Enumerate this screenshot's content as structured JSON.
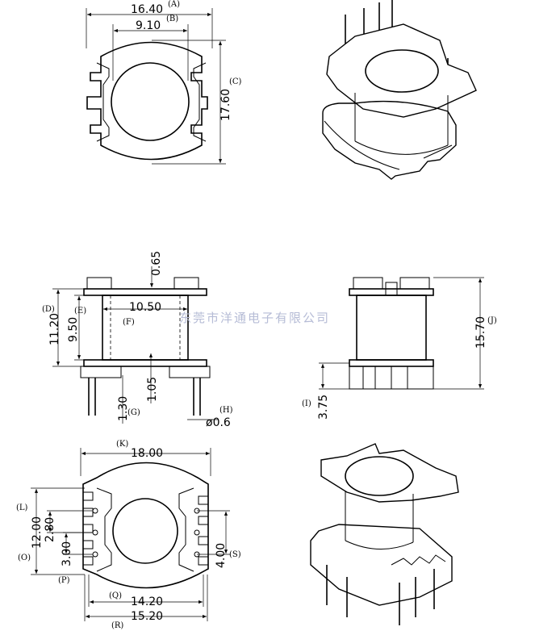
{
  "watermark": "东莞市洋通电子有限公司",
  "top_view": {
    "width_dim": "16.40",
    "width_label": "(A)",
    "inner_dim": "9.10",
    "inner_label": "(B)",
    "height_dim": "17.60",
    "height_label": "(C)"
  },
  "side_view": {
    "flange_dim": "0.65",
    "outer_dim": "11.20",
    "outer_label": "(D)",
    "inner_dim": "9.50",
    "inner_label": "(E)",
    "bore_dim": "10.50",
    "bore_label": "(F)",
    "wall_dim": "1.05",
    "pin_offset_dim": "1.30",
    "pin_offset_label": "(G)",
    "pin_dia_dim": "ø0.6",
    "pin_dia_label": "(H)"
  },
  "front_view": {
    "pin_len_dim": "3.75",
    "pin_len_label": "(I)",
    "height_dim": "15.70",
    "height_label": "(J)"
  },
  "bottom_view": {
    "width_dim": "18.00",
    "width_label": "(K)",
    "pin_span_dim": "12.00",
    "pin_span_label": "(L)",
    "pitch_dim": "2.80",
    "pitch_label": "(O)",
    "pitch2_dim": "3.00",
    "pitch2_label": "(P)",
    "inner_dim": "14.20",
    "inner_label": "(Q)",
    "outer_dim": "15.20",
    "outer_label": "(R)",
    "row_dim": "4.00",
    "row_label": "(S)"
  }
}
